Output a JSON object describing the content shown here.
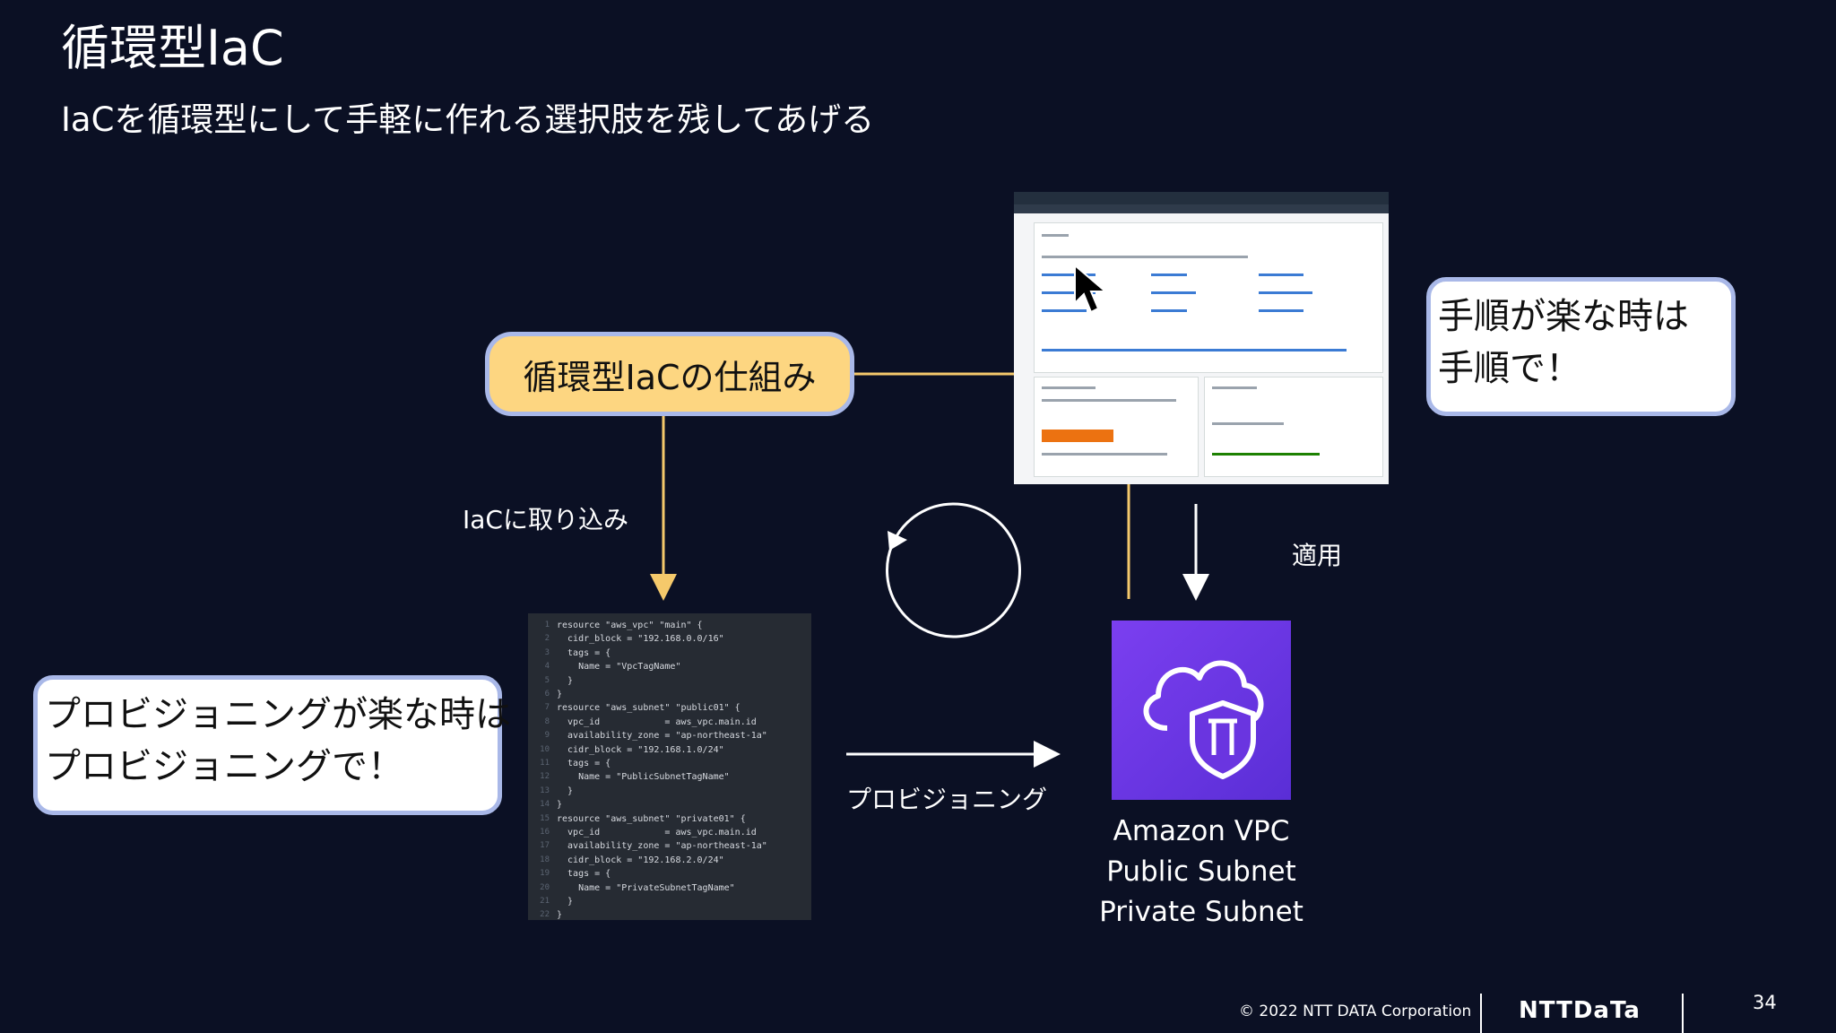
{
  "slide": {
    "title": "循環型IaC",
    "subtitle": "IaCを循環型にして手軽に作れる選択肢を残してあげる"
  },
  "mechanism_label": "循環型IaCの仕組み",
  "callout_right": {
    "line1": "手順が楽な時は",
    "line2": "手順で！"
  },
  "callout_left": {
    "line1": "プロビジョニングが楽な時は",
    "line2": "プロビジョニングで！"
  },
  "labels": {
    "import": "IaCに取り込み",
    "apply": "適用",
    "provision": "プロビジョニング"
  },
  "vpc": {
    "lines": [
      "Amazon VPC",
      "Public Subnet",
      "Private Subnet"
    ],
    "icon": "vpc-cloud-shield-icon"
  },
  "code_lines": [
    "resource \"aws_vpc\" \"main\" {",
    "  cidr_block = \"192.168.0.0/16\"",
    "  tags = {",
    "    Name = \"VpcTagName\"",
    "  }",
    "}",
    "resource \"aws_subnet\" \"public01\" {",
    "  vpc_id            = aws_vpc.main.id",
    "  availability_zone = \"ap-northeast-1a\"",
    "  cidr_block = \"192.168.1.0/24\"",
    "  tags = {",
    "    Name = \"PublicSubnetTagName\"",
    "  }",
    "}",
    "resource \"aws_subnet\" \"private01\" {",
    "  vpc_id            = aws_vpc.main.id",
    "  availability_zone = \"ap-northeast-1a\"",
    "  cidr_block = \"192.168.2.0/24\"",
    "  tags = {",
    "    Name = \"PrivateSubnetTagName\"",
    "  }",
    "}"
  ],
  "footer": {
    "copyright": "© 2022 NTT DATA Corporation",
    "logo": "NTTDaTa",
    "page": "34"
  },
  "colors": {
    "background": "#0b1024",
    "accent_orange": "#f5c96b",
    "callout_border": "#a9b8e8",
    "vpc_purple": "#6a35e0"
  }
}
